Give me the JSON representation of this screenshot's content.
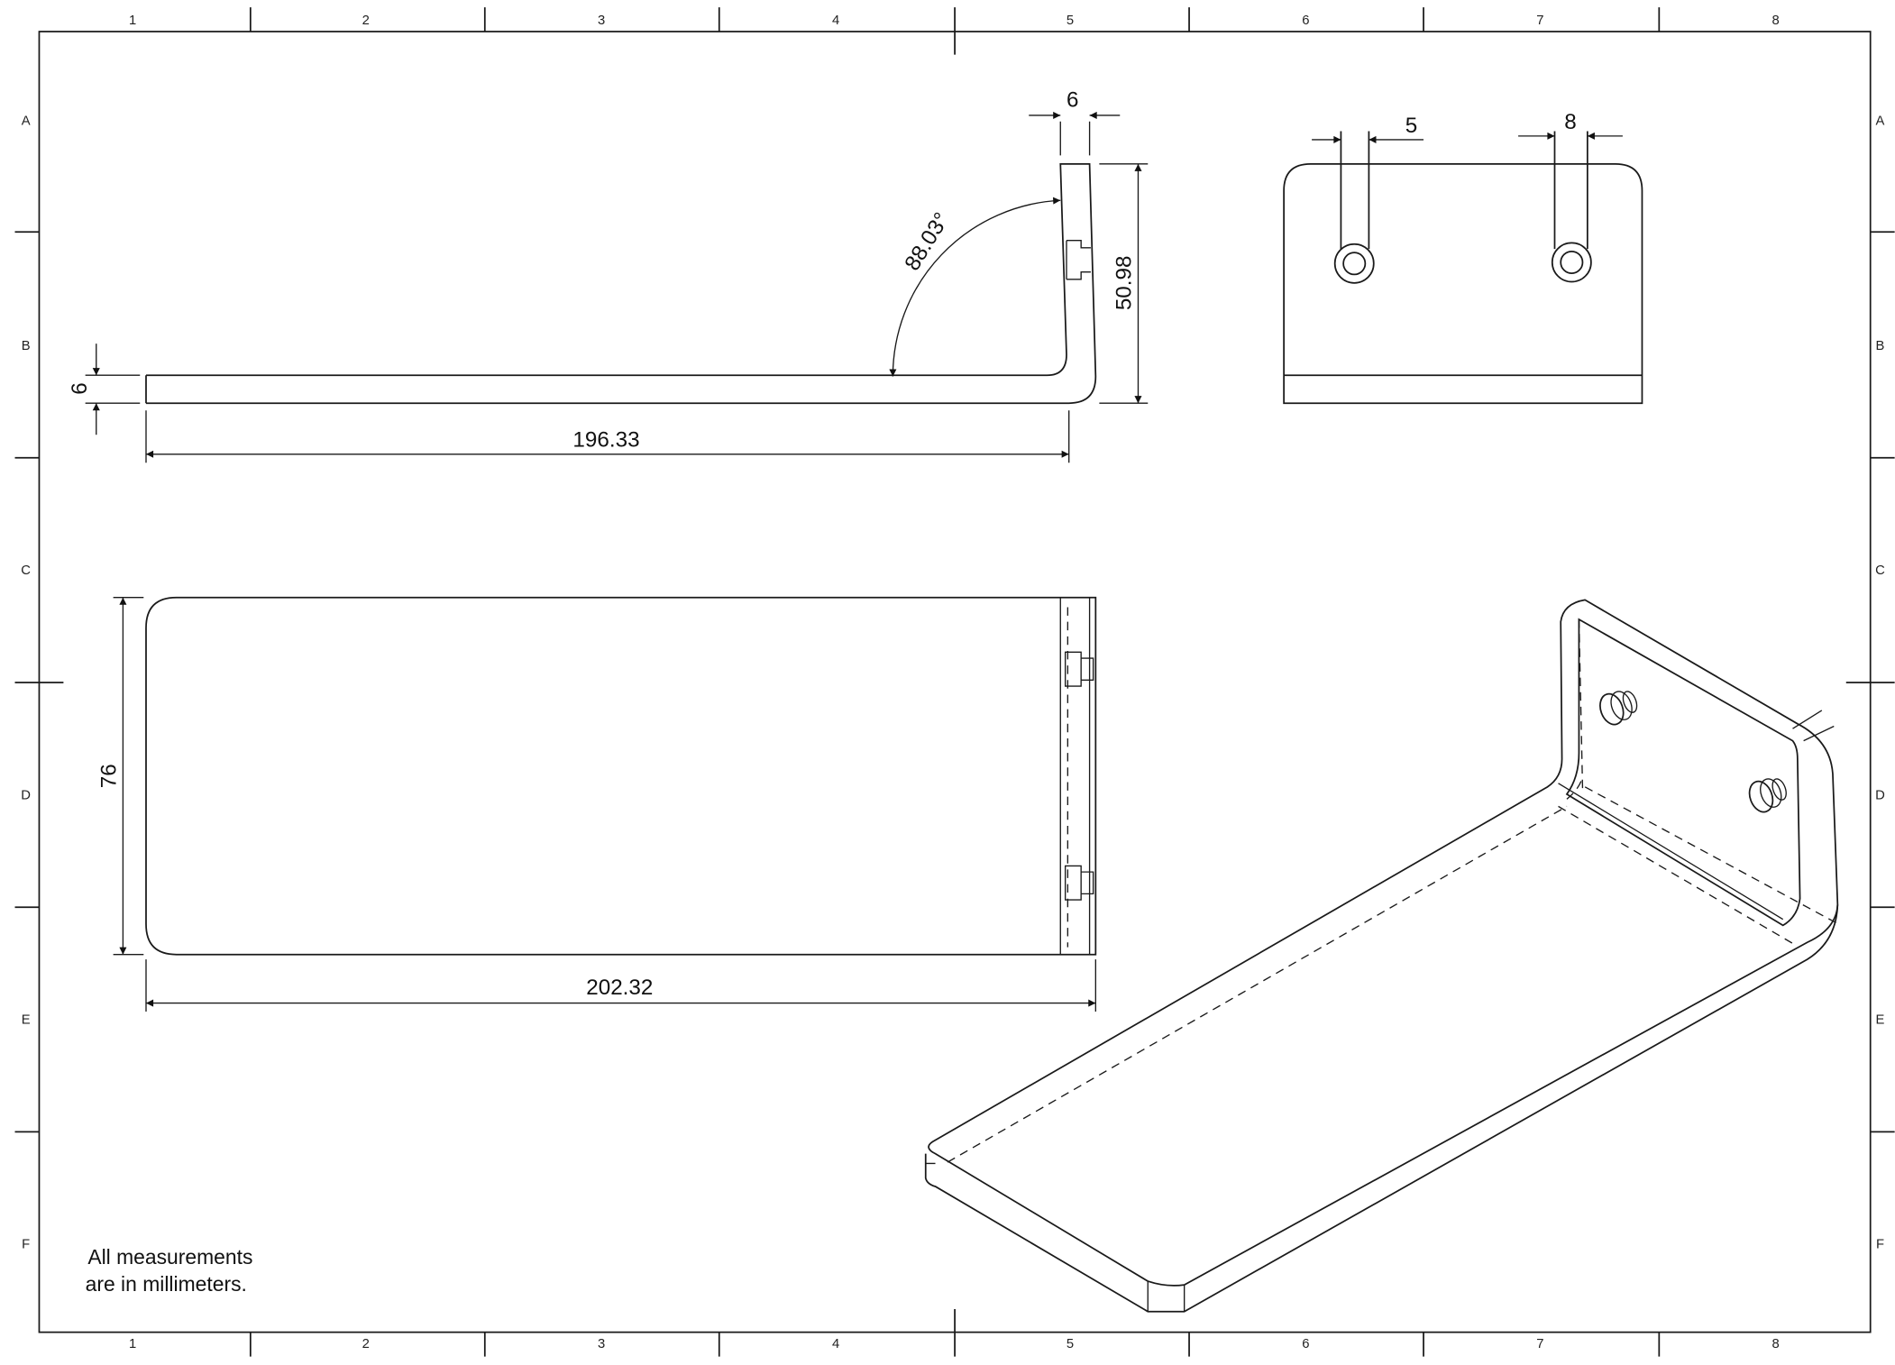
{
  "frame": {
    "columns": [
      "1",
      "2",
      "3",
      "4",
      "5",
      "6",
      "7",
      "8"
    ],
    "rows": [
      "A",
      "B",
      "C",
      "D",
      "E",
      "F"
    ]
  },
  "side_view": {
    "thickness_bottom": "6",
    "thickness_upright": "6",
    "length": "196.33",
    "height": "50.98",
    "angle": "88.03°"
  },
  "front_view": {
    "slot_width_left": "5",
    "slot_width_right": "8"
  },
  "top_view": {
    "width": "76",
    "length": "202.32"
  },
  "note": {
    "line1": "All measurements",
    "line2": "are in millimeters."
  },
  "colors": {
    "line": "#1a1a1a",
    "background": "#ffffff"
  }
}
